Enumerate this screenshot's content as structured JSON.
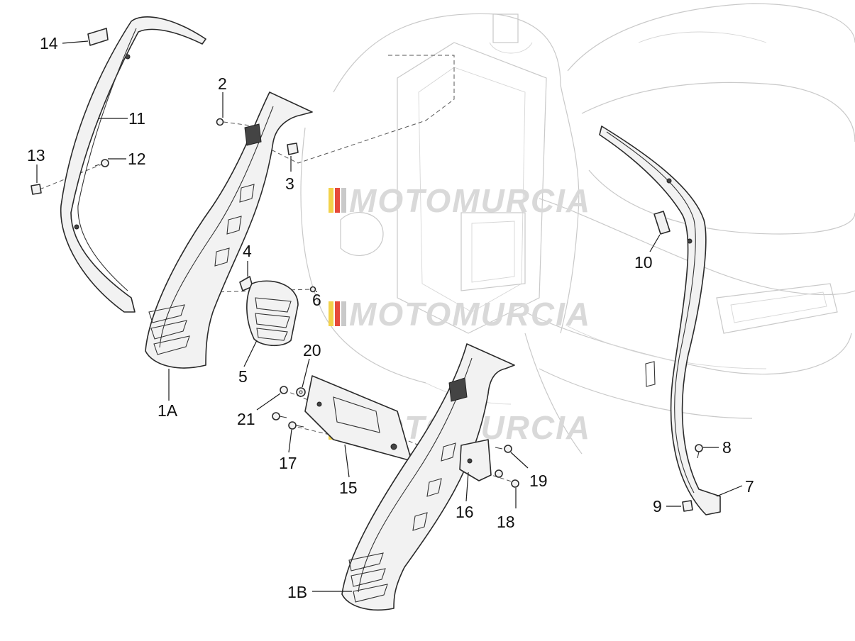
{
  "watermark": {
    "text": "MOTOMURCIA",
    "stripe_colors": [
      "#f3d24a",
      "#e64a3a",
      "#c9c9c9"
    ]
  },
  "callouts": [
    {
      "id": "label-14",
      "text": "14"
    },
    {
      "id": "label-11",
      "text": "11"
    },
    {
      "id": "label-13",
      "text": "13"
    },
    {
      "id": "label-12",
      "text": "12"
    },
    {
      "id": "label-2",
      "text": "2"
    },
    {
      "id": "label-3",
      "text": "3"
    },
    {
      "id": "label-4",
      "text": "4"
    },
    {
      "id": "label-6",
      "text": "6"
    },
    {
      "id": "label-5",
      "text": "5"
    },
    {
      "id": "label-1a",
      "text": "1A"
    },
    {
      "id": "label-20",
      "text": "20"
    },
    {
      "id": "label-21",
      "text": "21"
    },
    {
      "id": "label-17",
      "text": "17"
    },
    {
      "id": "label-15",
      "text": "15"
    },
    {
      "id": "label-16",
      "text": "16"
    },
    {
      "id": "label-18",
      "text": "18"
    },
    {
      "id": "label-19",
      "text": "19"
    },
    {
      "id": "label-1b",
      "text": "1B"
    },
    {
      "id": "label-10",
      "text": "10"
    },
    {
      "id": "label-8",
      "text": "8"
    },
    {
      "id": "label-7",
      "text": "7"
    },
    {
      "id": "label-9",
      "text": "9"
    }
  ]
}
